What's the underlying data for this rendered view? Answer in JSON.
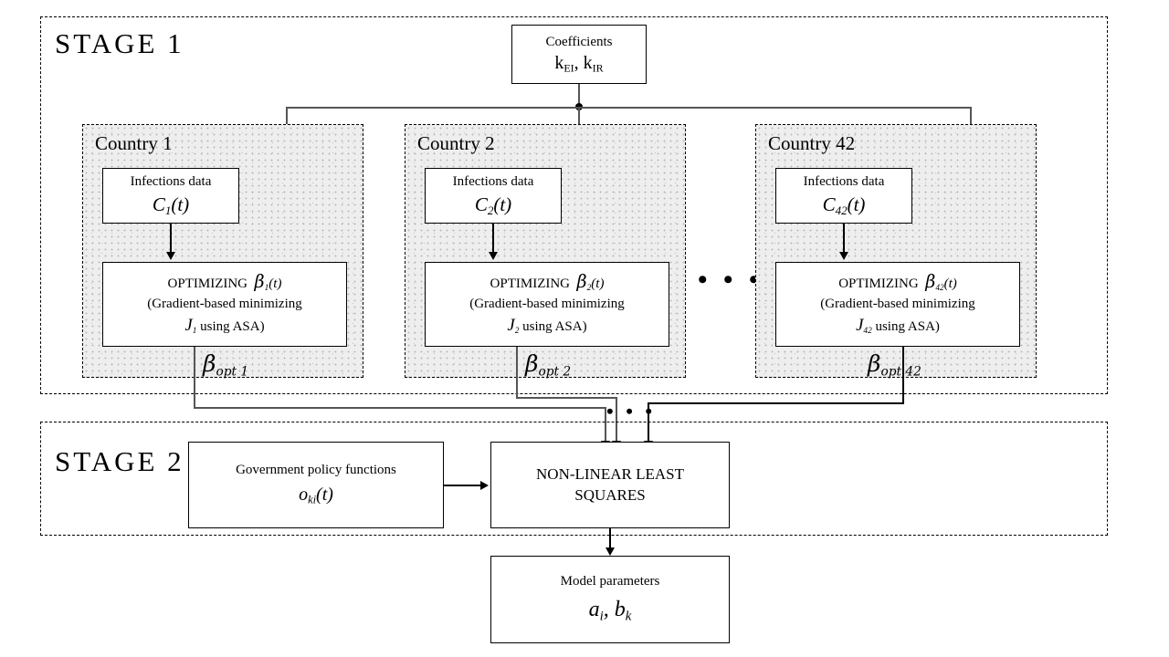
{
  "stages": [
    {
      "id": "stage1",
      "label": "STAGE 1"
    },
    {
      "id": "stage2",
      "label": "STAGE 2"
    }
  ],
  "coefficients": {
    "title": "Coefficients",
    "symbols": "k_EI, k_IR",
    "k1_base": "k",
    "k1_sub": "EI",
    "separator": ",",
    "k2_base": "k",
    "k2_sub": "IR"
  },
  "countries": [
    {
      "group_label": "Country 1",
      "index": "1",
      "infections": {
        "title": "Infections  data",
        "symbol_base": "C",
        "symbol_sub": "1",
        "symbol_arg": "(t)"
      },
      "optimizing": {
        "line1_prefix": "OPTIMIZING",
        "line1_beta": "β",
        "line1_sub": "1",
        "line1_arg": "(t)",
        "line2": "(Gradient-based  minimizing",
        "line3_J": "J",
        "line3_sub": "1",
        "line3_rest": " using ASA)"
      },
      "output_beta": "β",
      "output_sub": "opt 1"
    },
    {
      "group_label": "Country 2",
      "index": "2",
      "infections": {
        "title": "Infections  data",
        "symbol_base": "C",
        "symbol_sub": "2",
        "symbol_arg": "(t)"
      },
      "optimizing": {
        "line1_prefix": "OPTIMIZING",
        "line1_beta": "β",
        "line1_sub": "2",
        "line1_arg": "(t)",
        "line2": "(Gradient-based  minimizing",
        "line3_J": "J",
        "line3_sub": "2",
        "line3_rest": " using ASA)"
      },
      "output_beta": "β",
      "output_sub": "opt 2"
    },
    {
      "group_label": "Country 42",
      "index": "42",
      "infections": {
        "title": "Infections  data",
        "symbol_base": "C",
        "symbol_sub": "42",
        "symbol_arg": "(t)"
      },
      "optimizing": {
        "line1_prefix": "OPTIMIZING",
        "line1_beta": "β",
        "line1_sub": "42",
        "line1_arg": "(t)",
        "line2": "(Gradient-based  minimizing",
        "line3_J": "J",
        "line3_sub": "42",
        "line3_rest": " using ASA)"
      },
      "output_beta": "β",
      "output_sub": "opt 42"
    }
  ],
  "ellipsis": {
    "stage1": "• • •",
    "stage2": "• • •"
  },
  "policy": {
    "title": "Government policy functions",
    "symbol_base": "o",
    "symbol_sub": "ki",
    "symbol_arg": "(t)"
  },
  "nlls": {
    "line1": "NON-LINEAR LEAST",
    "line2": "SQUARES"
  },
  "model_parameters": {
    "title": "Model parameters",
    "a_base": "a",
    "a_sub": "i",
    "separator": ",",
    "b_base": "b",
    "b_sub": "k"
  },
  "colors": {
    "stroke": "#000000",
    "group_fill": "#eeeeee",
    "node_fill": "#ffffff"
  }
}
